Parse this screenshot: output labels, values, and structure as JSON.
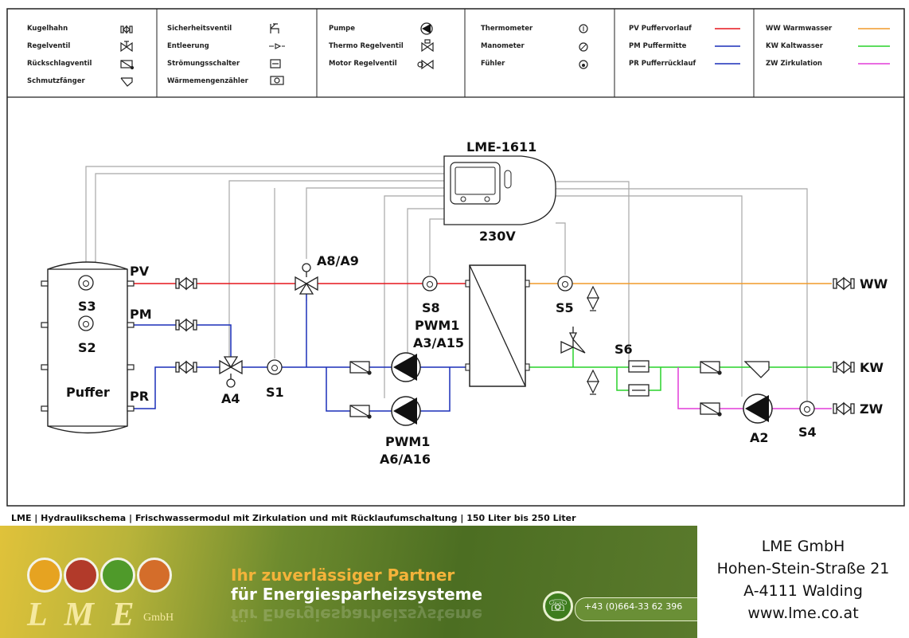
{
  "legend": {
    "col1": [
      "Kugelhahn",
      "Regelventil",
      "Rückschlagventil",
      "Schmutzfänger"
    ],
    "col2": [
      "Sicherheitsventil",
      "Entleerung",
      "Strömungsschalter",
      "Wärmemengenzähler"
    ],
    "col3": [
      "Pumpe",
      "Thermo Regelventil",
      "Motor Regelventil"
    ],
    "col4": [
      "Thermometer",
      "Manometer",
      "Fühler"
    ],
    "col5": [
      {
        "label": "PV Puffervorlauf",
        "color": "#e5161d"
      },
      {
        "label": "PM Puffermitte",
        "color": "#1a2fb8"
      },
      {
        "label": "PR Pufferrücklauf",
        "color": "#1a2fb8"
      }
    ],
    "col6": [
      {
        "label": "WW Warmwasser",
        "color": "#f09a2a"
      },
      {
        "label": "KW Kaltwasser",
        "color": "#28d22a"
      },
      {
        "label": "ZW Zirkulation",
        "color": "#e23cd8"
      }
    ]
  },
  "controller": {
    "name": "LME-1611",
    "voltage": "230V"
  },
  "labels": {
    "tank": "Puffer",
    "pv": "PV",
    "pm": "PM",
    "pr": "PR",
    "s3": "S3",
    "s2": "S2",
    "s1": "S1",
    "s8": "S8",
    "s5": "S5",
    "s6": "S6",
    "s4": "S4",
    "a4": "A4",
    "a8a9": "A8/A9",
    "a2": "A2",
    "pwm1_top": "PWM1",
    "a3a15": "A3/A15",
    "pwm1_bot": "PWM1",
    "a6a16": "A6/A16",
    "ww": "WW",
    "kw": "KW",
    "zw": "ZW"
  },
  "footer": {
    "caption": "LME | Hydraulikschema | Frischwassermodul mit Zirkulation und mit Rücklaufumschaltung | 150 Liter bis 250 Liter",
    "tagline1": "Ihr zuverlässiger Partner",
    "tagline2": "für Energiesparheizsysteme",
    "phone": "+43 (0)664-33 62 396",
    "logo": "L M E",
    "logo_suffix": "GmbH"
  },
  "address": {
    "company": "LME GmbH",
    "street": "Hohen-Stein-Straße 21",
    "city": "A-4111 Walding",
    "web": "www.lme.co.at"
  },
  "colors": {
    "pv": "#e5161d",
    "pm": "#1a2fb8",
    "ww": "#f09a2a",
    "kw": "#28d22a",
    "zw": "#e23cd8",
    "signal": "#a8a8a8"
  }
}
